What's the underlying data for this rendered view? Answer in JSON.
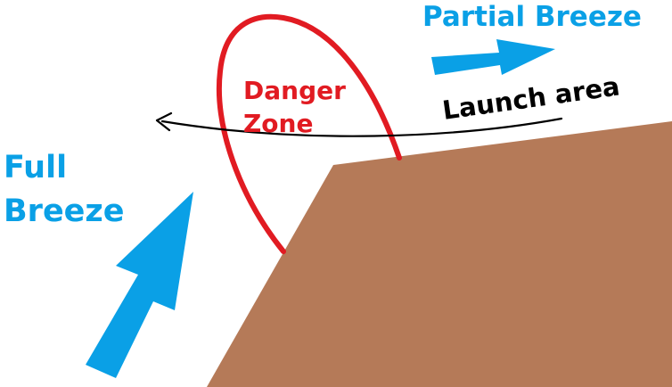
{
  "labels": {
    "partial_breeze": "Partial Breeze",
    "launch_area": "Launch area",
    "danger_zone_line1": "Danger",
    "danger_zone_line2": "Zone",
    "full_breeze_line1": "Full",
    "full_breeze_line2": "Breeze"
  },
  "colors": {
    "wind": "#0aa0e6",
    "danger": "#e11b22",
    "ground": "#b57a58",
    "path": "#000000",
    "text_dark": "#000000"
  }
}
